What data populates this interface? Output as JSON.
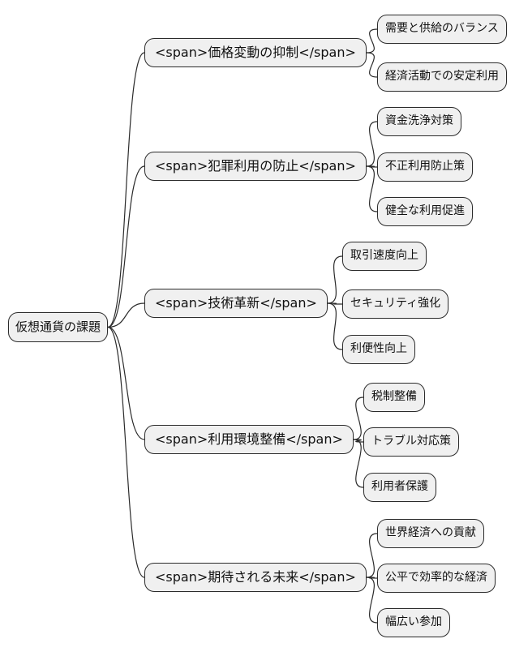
{
  "diagram": {
    "type": "mindmap",
    "colors": {
      "background": "#ffffff",
      "node_fill": "#f0f0f0",
      "node_border": "#2b2b2b",
      "edge": "#2b2b2b",
      "text": "#111111"
    },
    "root": {
      "label": "仮想通貨の課題"
    },
    "branches": [
      {
        "label": "<span>価格変動の抑制</span>",
        "children": [
          {
            "label": "需要と供給のバランス"
          },
          {
            "label": "経済活動での安定利用"
          }
        ]
      },
      {
        "label": "<span>犯罪利用の防止</span>",
        "children": [
          {
            "label": "資金洗浄対策"
          },
          {
            "label": "不正利用防止策"
          },
          {
            "label": "健全な利用促進"
          }
        ]
      },
      {
        "label": "<span>技術革新</span>",
        "children": [
          {
            "label": "取引速度向上"
          },
          {
            "label": "セキュリティ強化"
          },
          {
            "label": "利便性向上"
          }
        ]
      },
      {
        "label": "<span>利用環境整備</span>",
        "children": [
          {
            "label": "税制整備"
          },
          {
            "label": "トラブル対応策"
          },
          {
            "label": "利用者保護"
          }
        ]
      },
      {
        "label": "<span>期待される未来</span>",
        "children": [
          {
            "label": "世界経済への貢献"
          },
          {
            "label": "公平で効率的な経済"
          },
          {
            "label": "幅広い参加"
          }
        ]
      }
    ]
  }
}
